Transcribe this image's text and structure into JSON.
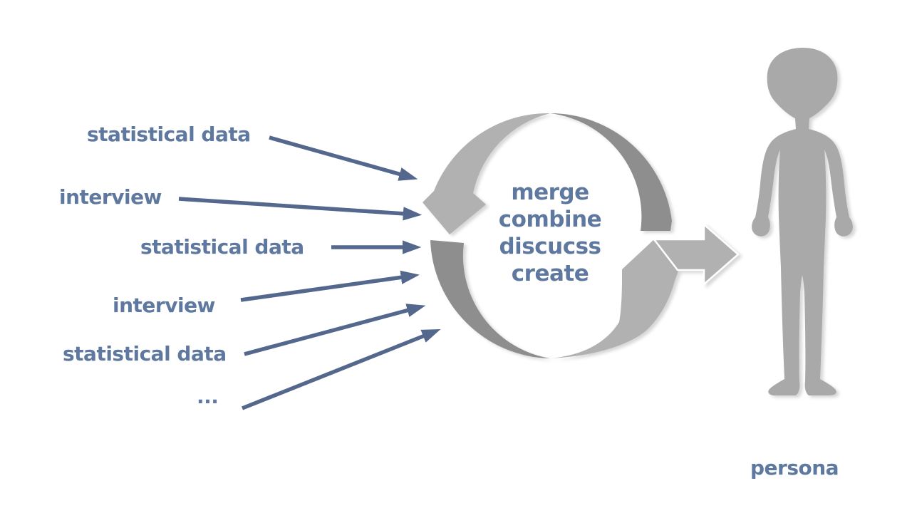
{
  "inputs": [
    {
      "label": "statistical data"
    },
    {
      "label": "interview"
    },
    {
      "label": "statistical data"
    },
    {
      "label": "interview"
    },
    {
      "label": "statistical data"
    },
    {
      "label": "..."
    }
  ],
  "cycle": {
    "words": [
      "merge",
      "combine",
      "discucss",
      "create"
    ]
  },
  "output": {
    "label": "persona"
  },
  "colors": {
    "label_text": "#5e789f",
    "input_arrow": "#54688d",
    "arc_light": "#b1b1b1",
    "arc_dark": "#8e8e8e",
    "figure": "#a9a9a9",
    "background": "#ffffff"
  }
}
